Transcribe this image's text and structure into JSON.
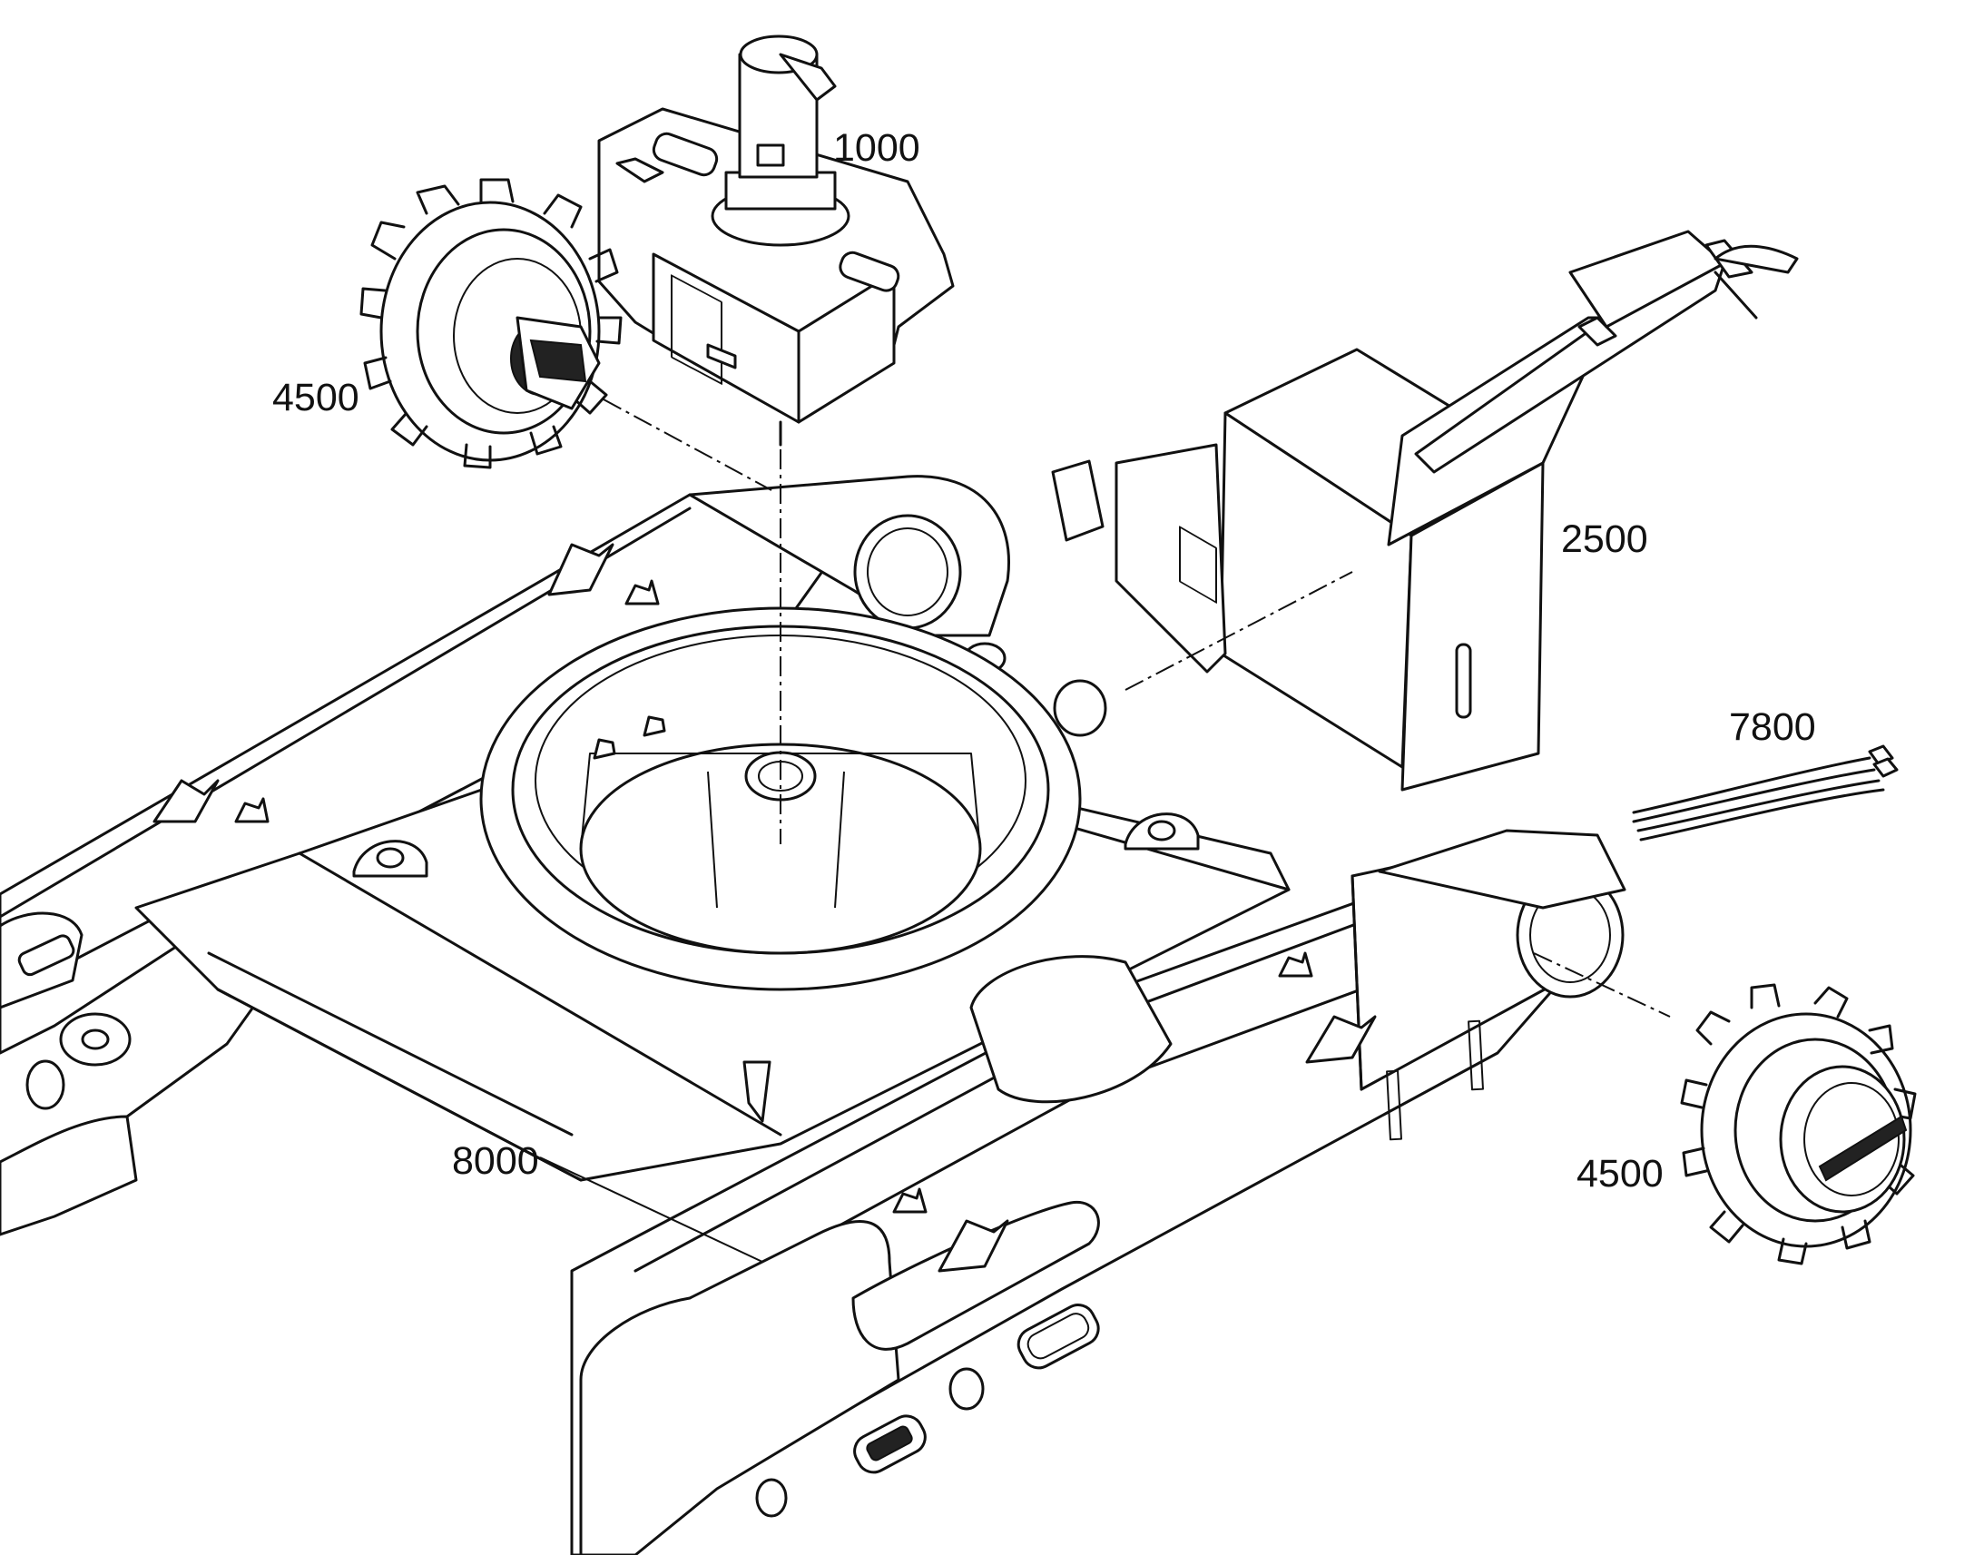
{
  "diagram": {
    "callouts": [
      {
        "id": "swivel",
        "text": "1000"
      },
      {
        "id": "drive-left",
        "text": "4500"
      },
      {
        "id": "valve-block",
        "text": "2500"
      },
      {
        "id": "hoses",
        "text": "7800"
      },
      {
        "id": "undercarriage",
        "text": "8000"
      },
      {
        "id": "drive-right",
        "text": "4500"
      }
    ]
  }
}
